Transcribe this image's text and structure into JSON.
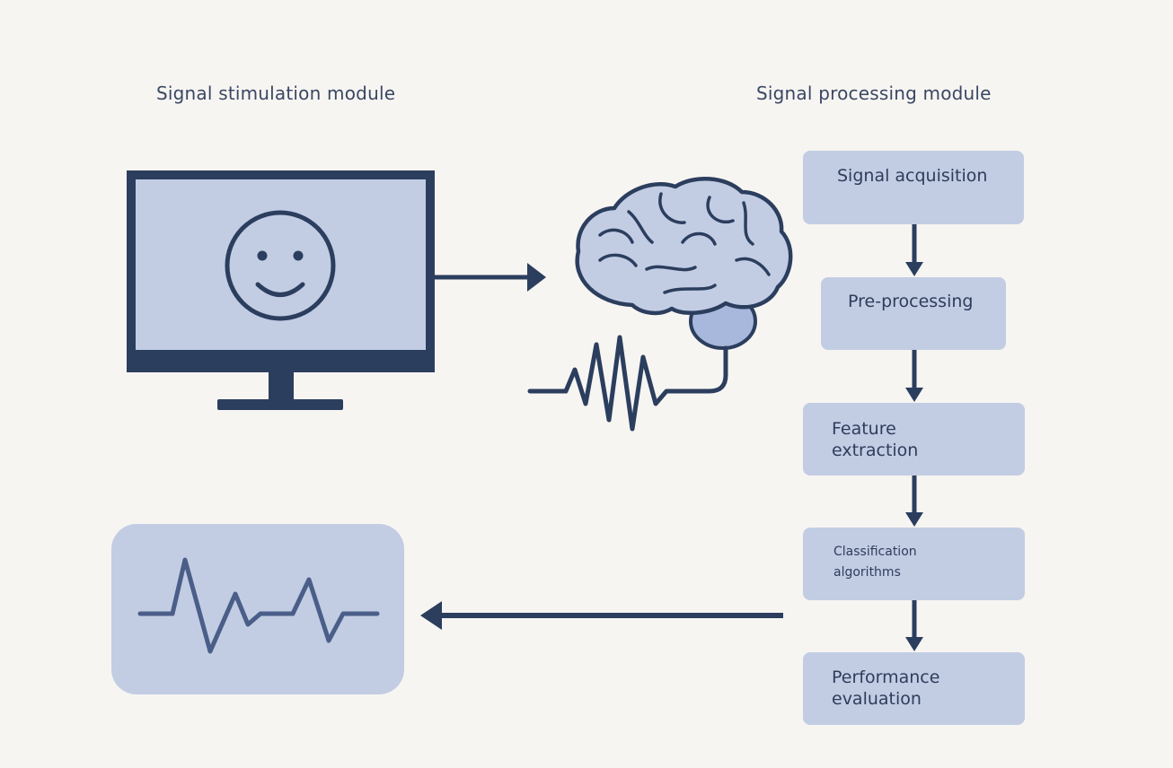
{
  "modules": {
    "stimulation_title": "Signal stimulation module",
    "processing_title": "Signal processing module"
  },
  "steps": [
    {
      "lines": [
        "Signal acquisition"
      ]
    },
    {
      "lines": [
        "Pre-processing"
      ]
    },
    {
      "lines": [
        "Feature",
        "extraction"
      ]
    },
    {
      "lines": [
        "Classification",
        "algorithms"
      ]
    },
    {
      "lines": [
        "Performance",
        "evaluation"
      ]
    }
  ],
  "icons": {
    "monitor": "monitor-icon",
    "smiley": "smiley-face-icon",
    "brain": "brain-icon",
    "eeg_wave": "eeg-wave-icon",
    "output_wave": "output-waveform-icon"
  },
  "colors": {
    "background": "#f7f5f2",
    "dark_navy": "#2c3e5e",
    "light_blue": "#c2cde4",
    "text": "#2f3c5a"
  }
}
